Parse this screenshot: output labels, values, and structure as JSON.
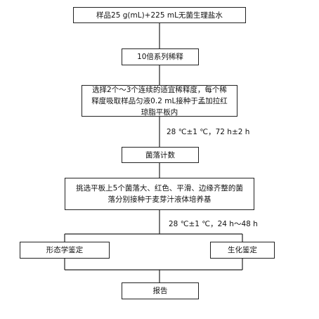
{
  "diagram": {
    "nodes": {
      "sample": "样品25 g(mL)+225 mL无菌生理盐水",
      "dilution": "10倍系列稀释",
      "plating": "选择2个～3个连续的适宜稀释度，每个稀释度吸取样品匀液0.2 mL接种于孟加拉红琼脂平板内",
      "count": "菌落计数",
      "selection": "挑选平板上5个菌落大、红色、平滑、边缘齐整的菌落分别接种于麦芽汁液体培养基",
      "morphology": "形态学鉴定",
      "biochem": "生化鉴定",
      "report": "报告"
    },
    "conditions": {
      "incubation1": "28 ℃±1 ℃，72 h±2 h",
      "incubation2": "28 ℃±1 ℃，24 h～48 h"
    }
  }
}
